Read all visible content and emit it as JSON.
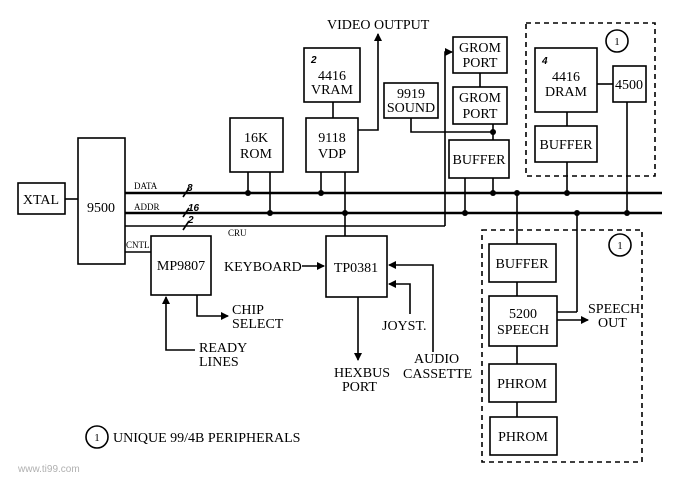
{
  "blocks": {
    "xtal": "XTAL",
    "cpu": "9500",
    "mp9807": "MP9807",
    "rom_1": "16K",
    "rom_2": "ROM",
    "vdp_1": "9118",
    "vdp_2": "VDP",
    "vram_num": "2",
    "vram_1": "4416",
    "vram_2": "VRAM",
    "sound_1": "9919",
    "sound_2": "SOUND",
    "grom1_1": "GROM",
    "grom1_2": "PORT",
    "grom2_1": "GROM",
    "grom2_2": "PORT",
    "buffer_top": "BUFFER",
    "dram_num": "4",
    "dram_1": "4416",
    "dram_2": "DRAM",
    "mem_4500": "4500",
    "buffer_dram": "BUFFER",
    "tp0381": "TP0381",
    "buffer_speech": "BUFFER",
    "speech_1": "5200",
    "speech_2": "SPEECH",
    "phrom_1": "PHROM",
    "phrom_2": "PHROM"
  },
  "labels": {
    "video_output": "VIDEO OUTPUT",
    "data": "DATA",
    "data_width": "8",
    "addr": "ADDR",
    "addr_width_1": "16",
    "addr_width_2": "2",
    "cru": "CRU",
    "cntl": "CNTL",
    "keyboard": "KEYBOARD",
    "chip_select_1": "CHIP",
    "chip_select_2": "SELECT",
    "ready_lines_1": "READY",
    "ready_lines_2": "LINES",
    "joyst": "JOYST.",
    "audio_1": "AUDIO",
    "audio_2": "CASSETTE",
    "hexbus_1": "HEXBUS",
    "hexbus_2": "PORT",
    "speech_out_1": "SPEECH",
    "speech_out_2": "OUT",
    "legend_num": "1",
    "legend_text": "UNIQUE 99/4B PERIPHERALS",
    "group_num_top": "1",
    "group_num_bottom": "1",
    "watermark": "www.ti99.com"
  }
}
